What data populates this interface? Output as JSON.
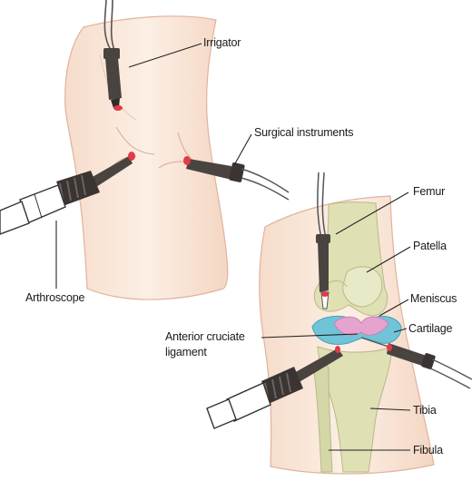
{
  "labels": {
    "irrigator": "Irrigator",
    "surgical_instruments": "Surgical instruments",
    "arthroscope": "Arthroscope",
    "femur": "Femur",
    "patella": "Patella",
    "meniscus": "Meniscus",
    "acl_line1": "Anterior cruciate",
    "acl_line2": "ligament",
    "cartilage": "Cartilage",
    "tibia": "Tibia",
    "fibula": "Fibula"
  },
  "colors": {
    "skin": "#fbeadc",
    "skin_outline": "#d9a88f",
    "bone": "#dfe0b4",
    "bone_outline": "#b7b98a",
    "meniscus": "#6fc4d8",
    "cartilage": "#e7a3cf",
    "instrument": "#4a4440",
    "incision": "#e23a4a"
  }
}
